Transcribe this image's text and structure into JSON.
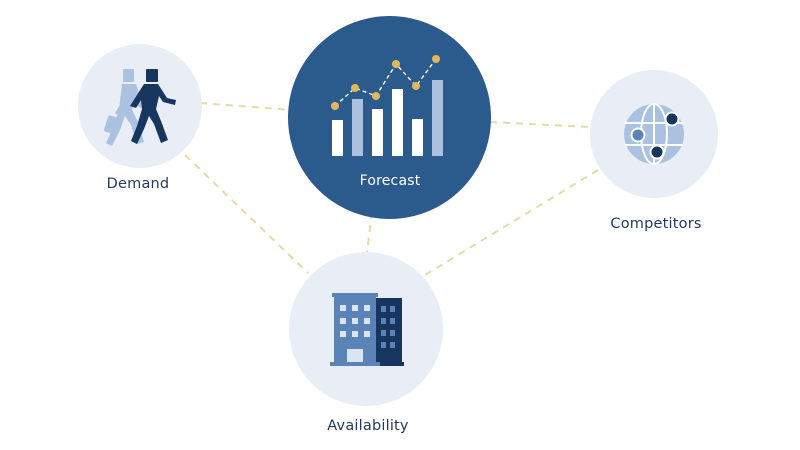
{
  "nodes": {
    "forecast": {
      "label": "Forecast"
    },
    "demand": {
      "label": "Demand"
    },
    "competitors": {
      "label": "Competitors"
    },
    "availability": {
      "label": "Availability"
    }
  },
  "colors": {
    "hub_fill": "#2b5a8c",
    "satellite_fill": "#e9edf5",
    "connector": "#e8d9a6",
    "dark_icon": "#17365f",
    "mid_icon": "#5a84b7",
    "light_icon": "#aac2df",
    "accent_dot": "#e0b85a"
  },
  "icons": {
    "forecast": "bar-chart-trend-icon",
    "demand": "travelers-icon",
    "competitors": "globe-network-icon",
    "availability": "hotel-building-icon"
  }
}
